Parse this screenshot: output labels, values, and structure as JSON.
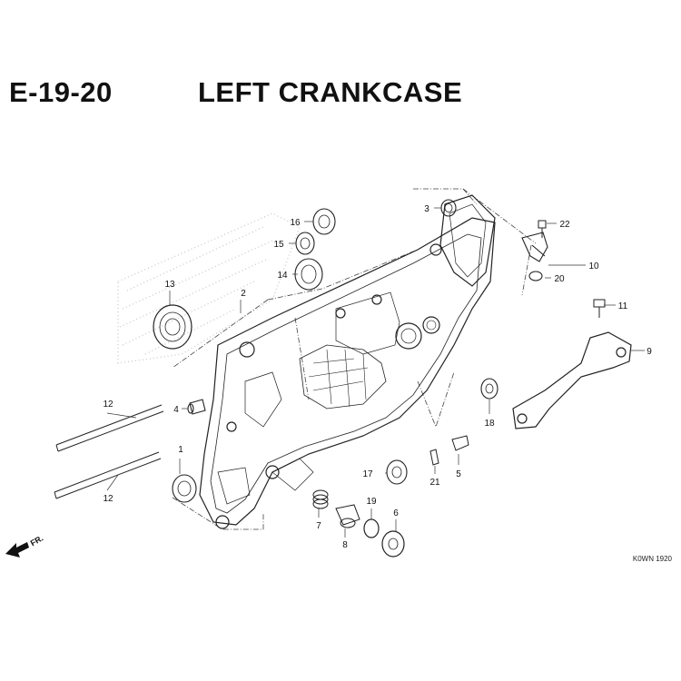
{
  "header": {
    "code": "E-19-20",
    "title": "LEFT CRANKCASE"
  },
  "direction_label": "FR.",
  "diagram_code": "K0WN 1920",
  "callouts": [
    "1",
    "2",
    "3",
    "4",
    "5",
    "6",
    "7",
    "8",
    "9",
    "10",
    "11",
    "12",
    "12",
    "13",
    "14",
    "15",
    "16",
    "17",
    "18",
    "19",
    "20",
    "21",
    "22"
  ]
}
